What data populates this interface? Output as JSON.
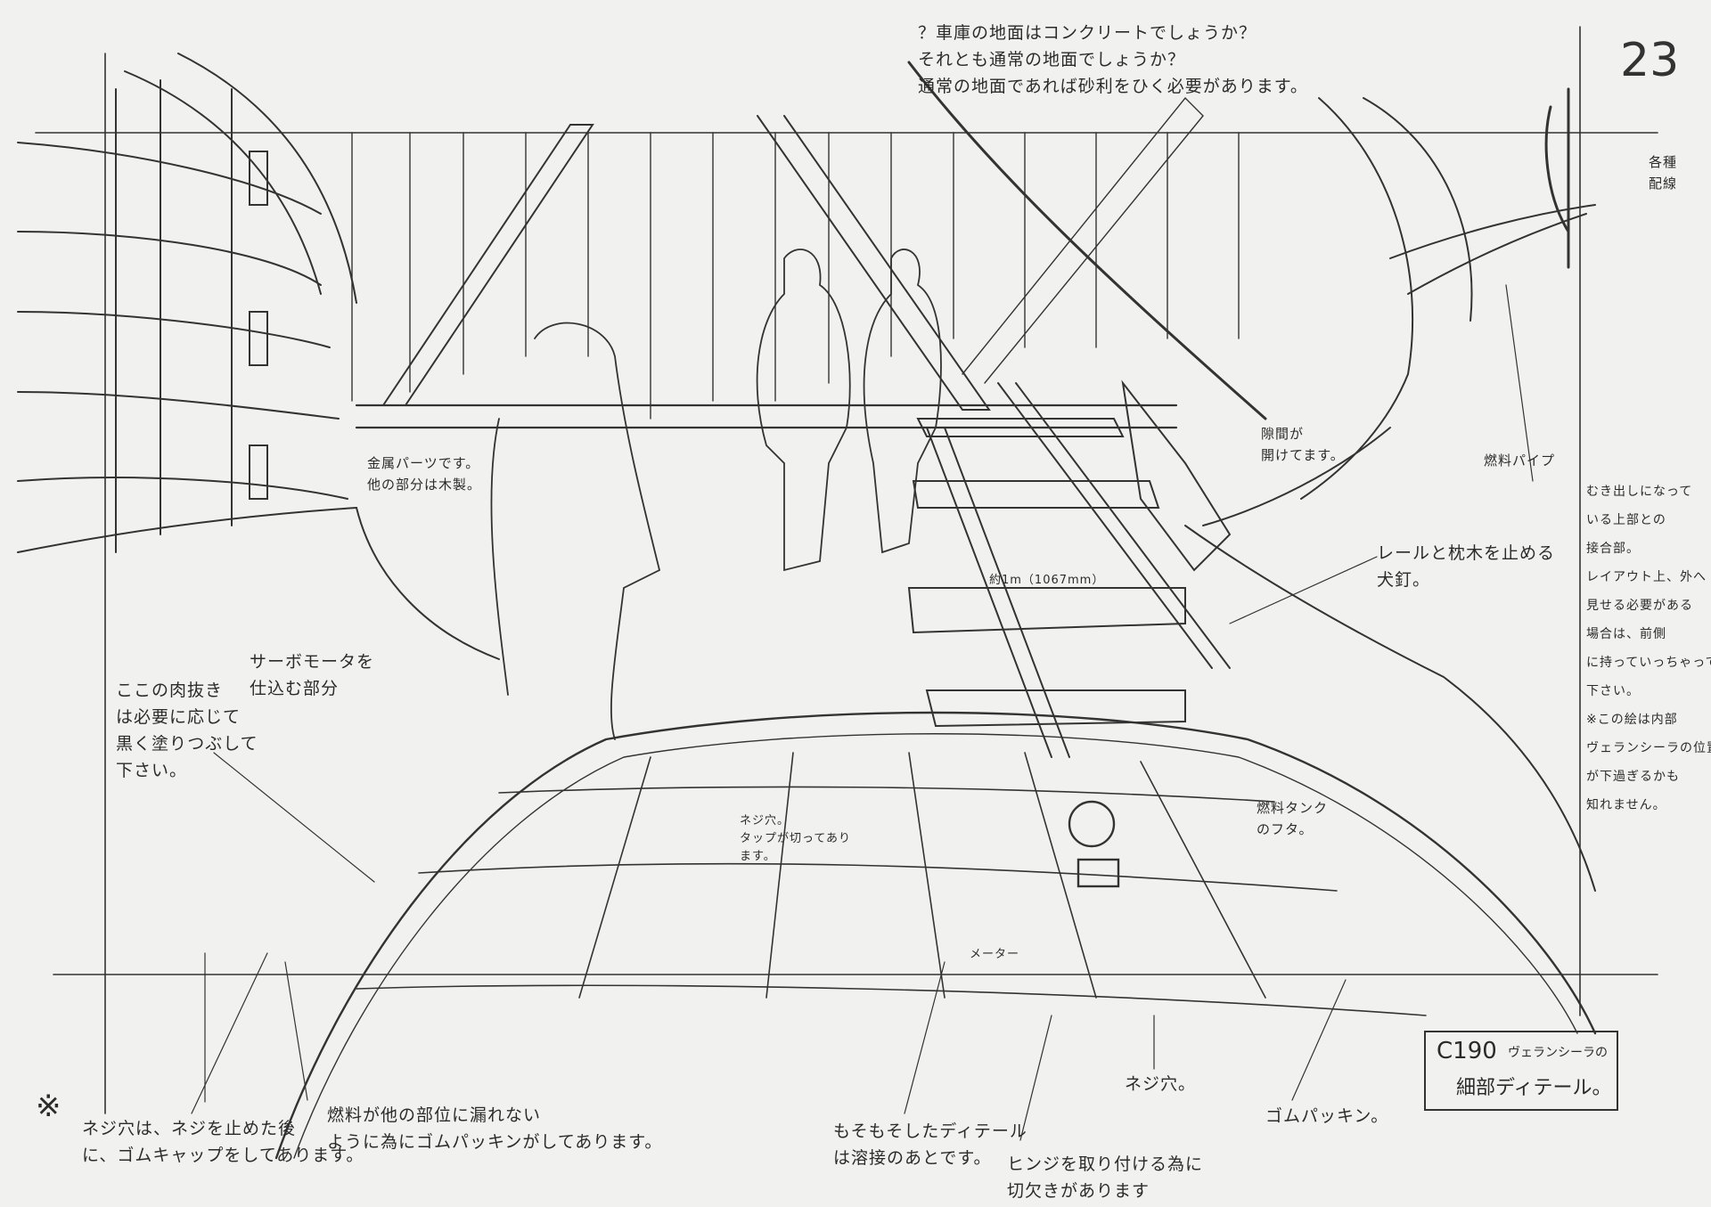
{
  "page_number": "23",
  "cut_box": {
    "cut": "C190",
    "subject": "ヴェランシーラの",
    "title": "細部ディテール。"
  },
  "notes": {
    "top_question": "？車庫の地面はコンクリートでしょうか？\nそれとも通常の地面でしょうか？\n通常の地面であれば砂利をひく必要があります。",
    "wiring": "各種\n配線",
    "fuel_pipe": "燃料パイプ",
    "gap": "隙間が\n開けてます。",
    "metal_parts": "金属パーツです。\n他の部分は木製。",
    "joint": "むき出しになって\nいる上部との\n接合部。\nレイアウト上、外へ\n見せる必要がある\n場合は、前側\nに持っていっちゃって\n下さい。\n※この絵は内部\nヴェランシーラの位置\nが下過ぎるかも\n知れません。",
    "rail_spike": "レールと枕木を止める\n犬釘。",
    "gauge": "約1m（1067mm）",
    "servo": "サーボモータを\n仕込む部分",
    "lightening": "ここの肉抜き\nは必要に応じて\n黒く塗りつぶして\n下さい。",
    "screw_hole_tap": "ネジ穴。\nタップが切ってあり\nます。",
    "fuel_cap": "燃料タンク\nのフタ。",
    "meter": "メーター",
    "screw_hole": "ネジ穴。",
    "rubber_packing": "ゴムパッキン。",
    "asterisk": "※",
    "screw_cap": "ネジ穴は、ネジを止めた後\nに、ゴムキャップをしてあります。",
    "fuel_leak": "燃料が他の部位に漏れない\nように為にゴムパッキンがしてあります。",
    "weld": "もそもそしたディテール\nは溶接のあとです。",
    "hinge": "ヒンジを取り付ける為に\n切欠きがあります"
  }
}
